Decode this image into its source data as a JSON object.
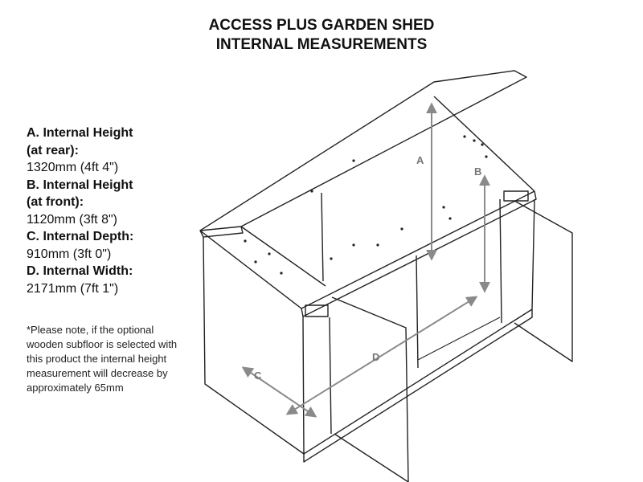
{
  "title": {
    "line1": "ACCESS PLUS GARDEN SHED",
    "line2": "INTERNAL MEASUREMENTS"
  },
  "measurements": [
    {
      "label_line1": "A. Internal Height",
      "label_line2": "(at rear):",
      "value": "1320mm (4ft 4\")"
    },
    {
      "label_line1": "B. Internal Height",
      "label_line2": "(at front):",
      "value": "1120mm (3ft 8\")"
    },
    {
      "label_line1": "C. Internal Depth:",
      "label_line2": "",
      "value": "910mm (3ft 0\")"
    },
    {
      "label_line1": "D. Internal Width:",
      "label_line2": "",
      "value": "2171mm (7ft 1\")"
    }
  ],
  "note": "*Please note, if the optional wooden subfloor is selected with this product the internal height measurement will decrease by approximately 65mm",
  "diagram": {
    "letters": {
      "a": "A",
      "b": "B",
      "c": "C",
      "d": "D"
    },
    "colors": {
      "outline": "#222222",
      "dimension": "#8a8a8a"
    }
  }
}
